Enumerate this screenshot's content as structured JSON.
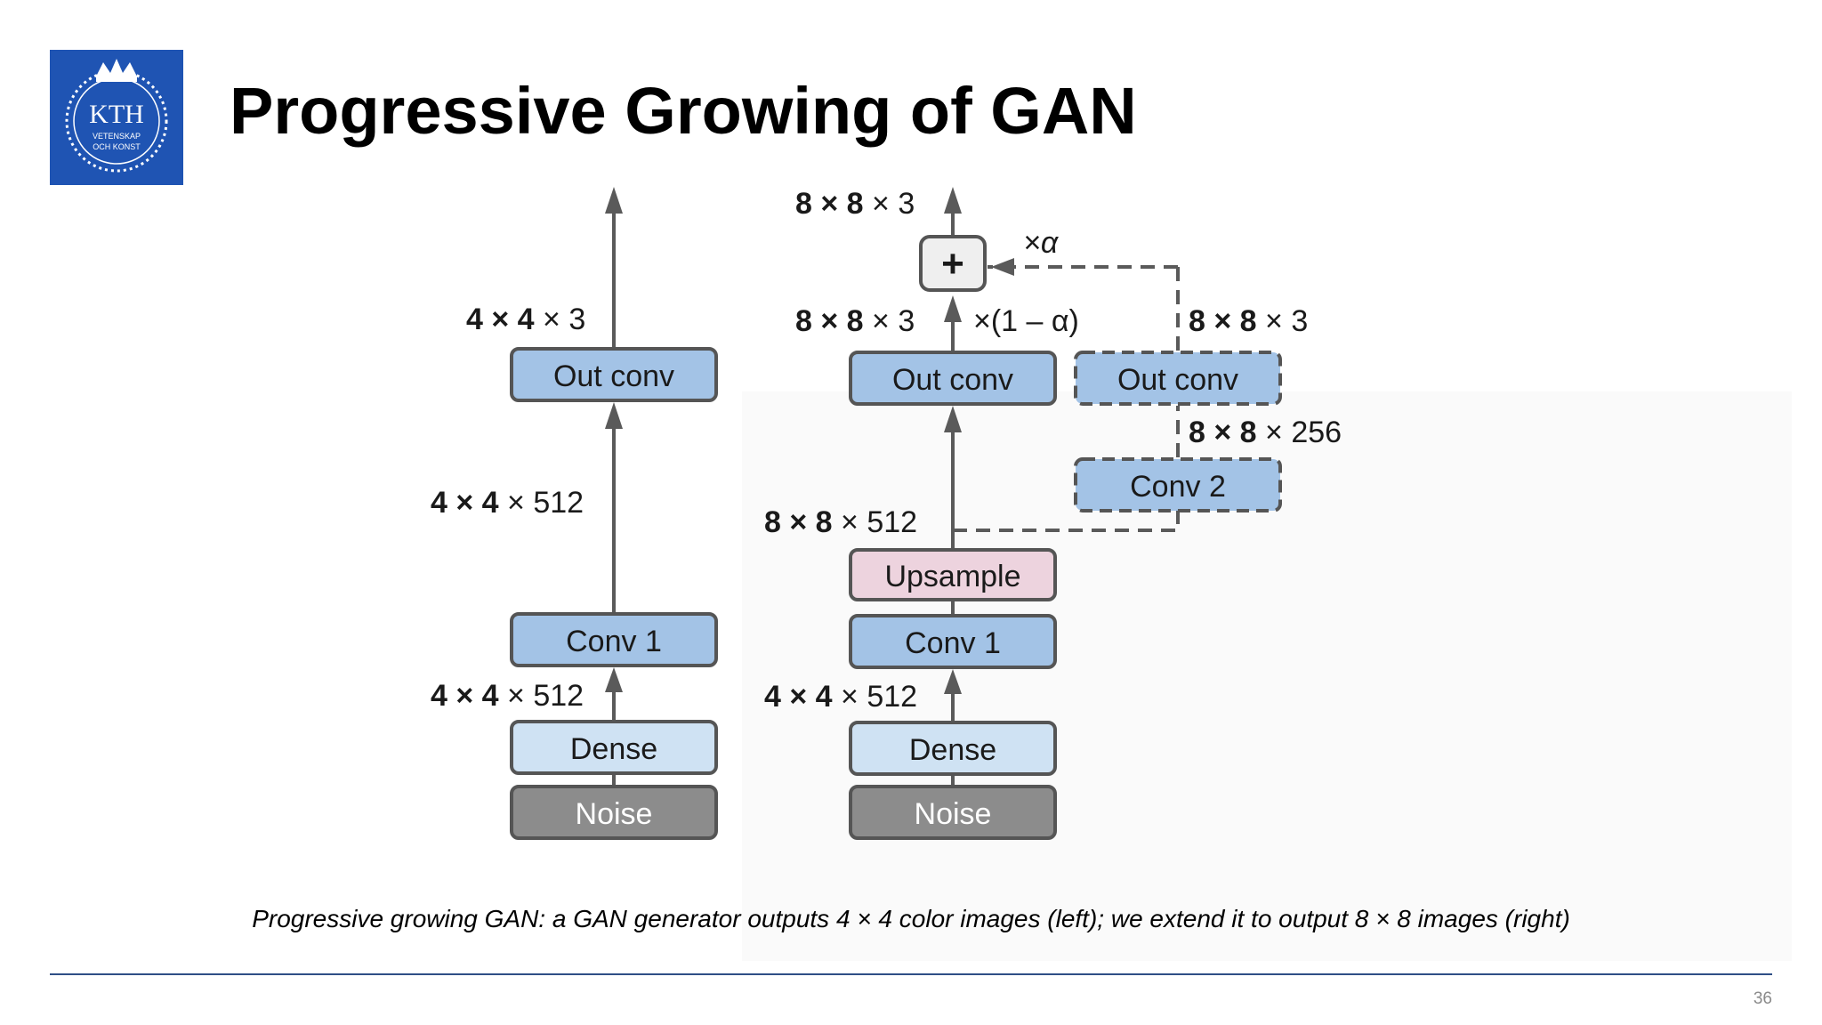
{
  "slide": {
    "title": "Progressive Growing of GAN",
    "caption": "Progressive growing GAN: a GAN generator outputs 4 × 4 color images (left); we extend it to output 8 × 8 images (right)",
    "page_number": "36"
  },
  "logo": {
    "text": "KTH",
    "line1": "VETENSKAP",
    "line2": "OCH KONST"
  },
  "colors": {
    "conv_box": "#a3c3e6",
    "dense_box": "#cfe2f3",
    "noise_box": "#8c8c8c",
    "upsample_box": "#edd3de",
    "arrow": "#5a5a5a",
    "rule": "#2f4f86",
    "logo_bg": "#1f54b3"
  },
  "left": {
    "boxes": {
      "out_conv": "Out conv",
      "conv1": "Conv 1",
      "dense": "Dense",
      "noise": "Noise"
    },
    "labels": {
      "out_bold": "4 × 4",
      "out_rest": " × 3",
      "mid_bold": "4 × 4",
      "mid_rest": " × 512",
      "low_bold": "4 × 4",
      "low_rest": " × 512"
    }
  },
  "right": {
    "boxes": {
      "plus": "+",
      "out_conv": "Out conv",
      "out_conv_new": "Out conv",
      "conv2": "Conv 2",
      "upsample": "Upsample",
      "conv1": "Conv 1",
      "dense": "Dense",
      "noise": "Noise"
    },
    "labels": {
      "top_bold": "8 × 8",
      "top_rest": " × 3",
      "alpha": "×α",
      "one_minus_alpha": "×(1 – α)",
      "out_bold": "8 × 8",
      "out_rest": " × 3",
      "new_out_bold": "8 × 8",
      "new_out_rest": " × 3",
      "conv2_bold": "8 × 8",
      "conv2_rest": " × 256",
      "up_bold": "8 × 8",
      "up_rest": " × 512",
      "low_bold": "4 × 4",
      "low_rest": " × 512"
    }
  }
}
